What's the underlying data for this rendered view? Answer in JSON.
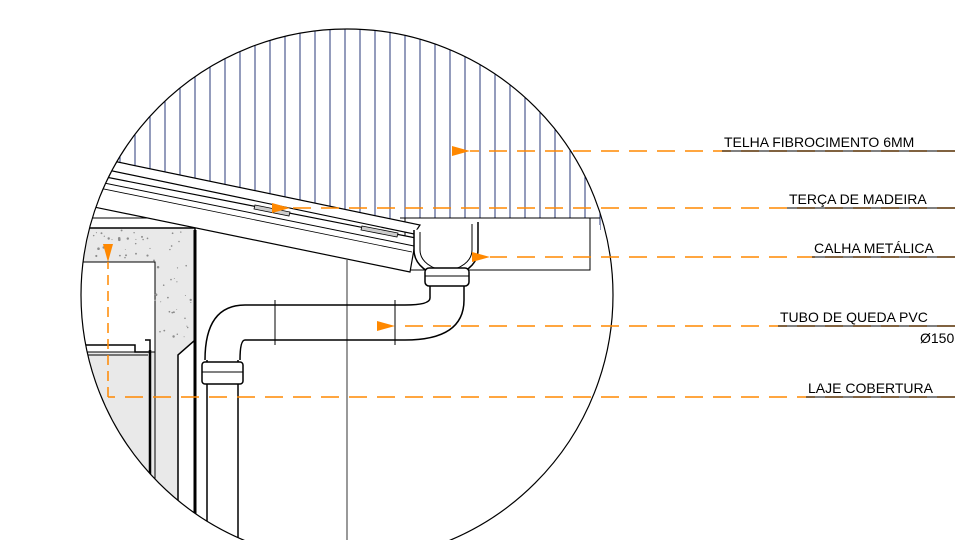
{
  "colors": {
    "leader": "#ff8800",
    "line": "#000000",
    "hatch": "#2a3a7a",
    "concrete": "#e8e8e8",
    "concrete_speck": "#9a9a9a",
    "background": "#ffffff"
  },
  "labels": [
    {
      "id": "telha",
      "text": "TELHA FIBROCIMENTO 6MM"
    },
    {
      "id": "terca",
      "text": "TERÇA DE MADEIRA"
    },
    {
      "id": "calha",
      "text": "CALHA METÁLICA"
    },
    {
      "id": "tubo",
      "text": "TUBO DE QUEDA PVC"
    },
    {
      "id": "tubo_dim",
      "text": "Ø150"
    },
    {
      "id": "laje",
      "text": "LAJE COBERTURA"
    }
  ]
}
